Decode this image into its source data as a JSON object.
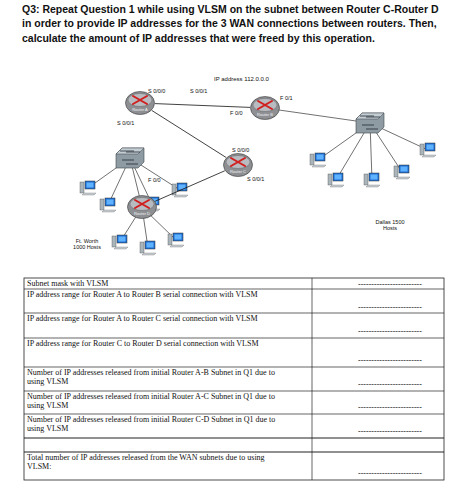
{
  "diagram": {
    "title": "Q3: Repeat Question 1 while using VLSM on the subnet between Router C-Router D in order to provide IP addresses for the 3 WAN connections between routers. Then, calculate the amount of IP addresses that were freed by this operation.",
    "nodes": [
      {
        "text": [
          "Router A"
        ]
      },
      {
        "text": [
          "Router B"
        ]
      },
      {
        "text": [
          "Router C"
        ]
      },
      {
        "text": [
          "Router D"
        ]
      }
    ],
    "edges": [
      {
        "from": 0,
        "to": 1,
        "arrow": "none"
      },
      {
        "from": 0,
        "to": 2,
        "arrow": "none"
      },
      {
        "from": 2,
        "to": 3,
        "arrow": "none"
      }
    ],
    "labels": [
      "IP address 112.0.0.0",
      "S 0/0/0",
      "S 0/0/1",
      "F 0/1",
      "F 0/0",
      "S 0/0/1",
      "S 0/0/0",
      "F 0/0",
      "S 0/0/1",
      "Dallas 1500 Hosts",
      "Ft. Worth 1000 Hosts",
      "Subnet mask with VLSM",
      "------------------------",
      "IP address range for Router A to Router B serial connection with VLSM",
      "------------------------",
      "IP address range for Router A to Router C serial connection with VLSM",
      "------------------------",
      "IP address range for Router C to Router D serial connection with VLSM",
      "------------------------",
      "Number of IP addresses released from initial Router A-B Subnet in Q1 due to using VLSM",
      "------------------------",
      "Number of IP addresses released from initial Router A-C Subnet in Q1 due to using VLSM",
      "------------------------",
      "Number of IP addresses released from initial Router C-D Subnet in Q1 due to using VLSM",
      "------------------------",
      "Total number of IP addresses released from the WAN subnets due to using VLSM:",
      "------------------------"
    ]
  }
}
